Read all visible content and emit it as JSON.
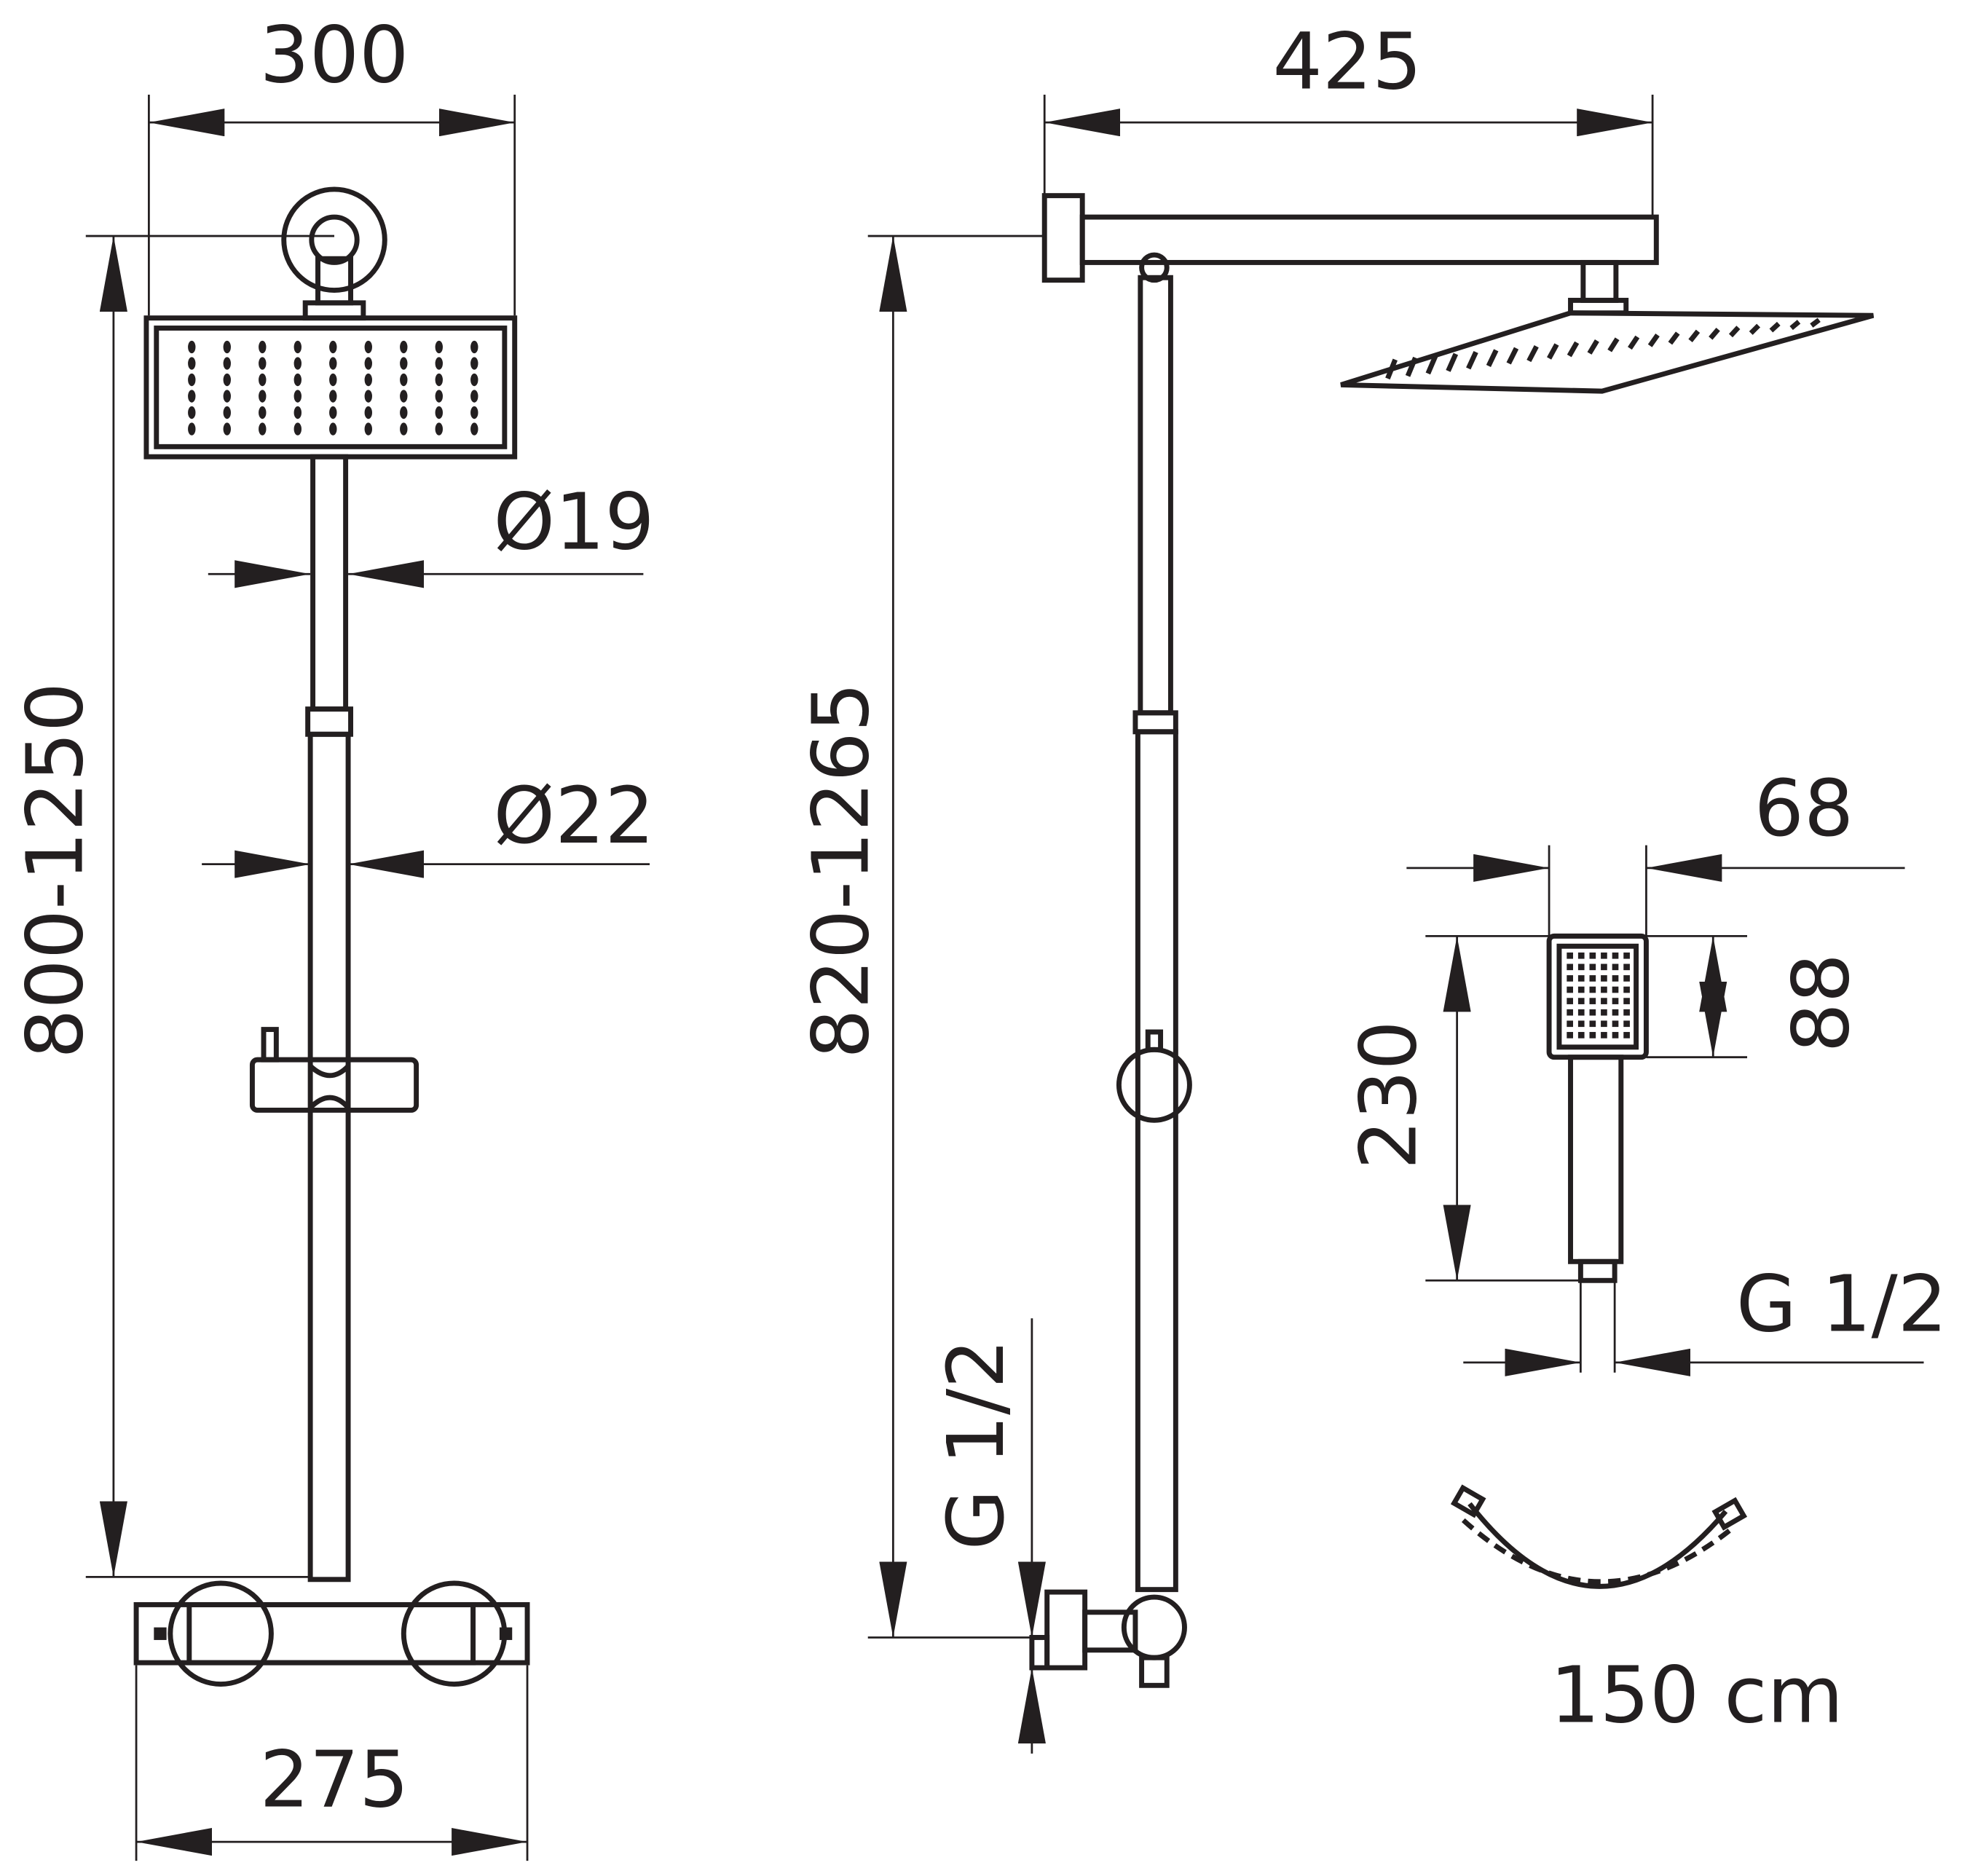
{
  "front_view": {
    "head_width": "300",
    "rod_upper_diameter": "Ø19",
    "rod_lower_diameter": "Ø22",
    "height_range": "800-1250",
    "thermostat_width": "275"
  },
  "side_view": {
    "arm_length": "425",
    "height_range": "820-1265",
    "inlet_thread": "G 1/2"
  },
  "hand_shower": {
    "width": "68",
    "head_height": "88",
    "total_length": "230",
    "thread": "G 1/2"
  },
  "hose": {
    "length": "150 cm"
  },
  "colors": {
    "line": "#231f20",
    "background": "#ffffff"
  }
}
